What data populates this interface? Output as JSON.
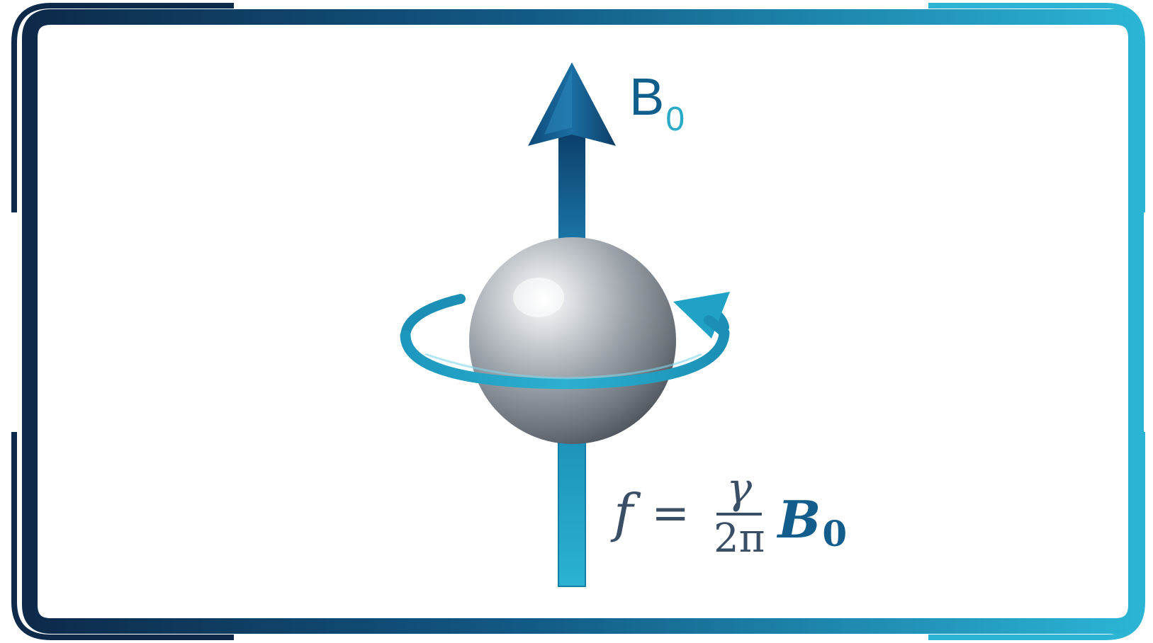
{
  "diagram": {
    "field_label": {
      "symbol": "B",
      "subscript": "0"
    },
    "formula": {
      "lhs": "f",
      "equals": "=",
      "numerator": "γ",
      "denominator": "2π",
      "rhs_symbol": "B",
      "rhs_subscript": "0"
    },
    "colors": {
      "frame_dark": "#0d2a4a",
      "frame_light": "#2bb4d4",
      "arrow_dark": "#0f4f80",
      "arrow_light": "#27a9c7",
      "ring": "#25a9c8",
      "sphere": "#9aa1a8",
      "formula_text": "#3a4f66",
      "formula_accent": "#135d8d"
    }
  }
}
